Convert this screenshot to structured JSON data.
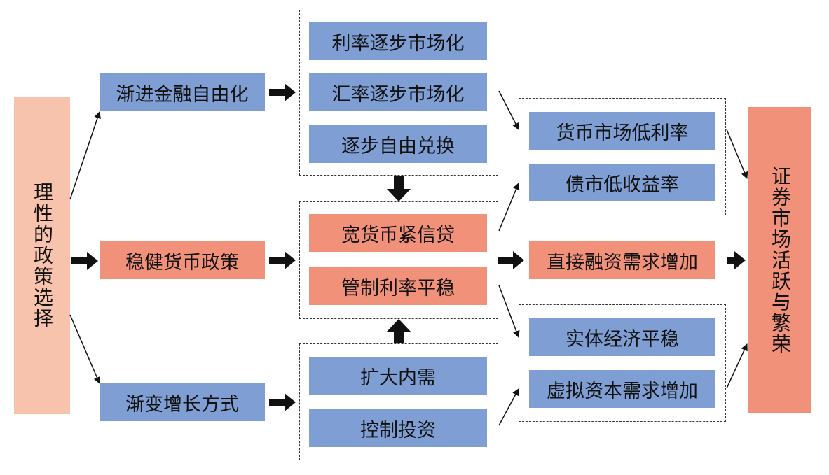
{
  "left": {
    "label": "理性的政策选择"
  },
  "branches": {
    "liberalization": "渐进金融自由化",
    "monetary": "稳健货币政策",
    "growth": "渐变增长方式"
  },
  "liberalization_items": [
    "利率逐步市场化",
    "汇率逐步市场化",
    "逐步自由兑换"
  ],
  "monetary_items": [
    "宽货币紧信贷",
    "管制利率平稳"
  ],
  "growth_items": [
    "扩大内需",
    "控制投资"
  ],
  "upper_results": [
    "货币市场低利率",
    "债市低收益率"
  ],
  "middle_result": "直接融资需求增加",
  "lower_results": [
    "实体经济平稳",
    "虚拟资本需求增加"
  ],
  "right": {
    "label": "证券市场活跃与繁荣"
  },
  "colors": {
    "blue": "#7f9fd4",
    "red": "#f2917a",
    "pink": "#f8c3ad",
    "arrow": "#111111"
  }
}
